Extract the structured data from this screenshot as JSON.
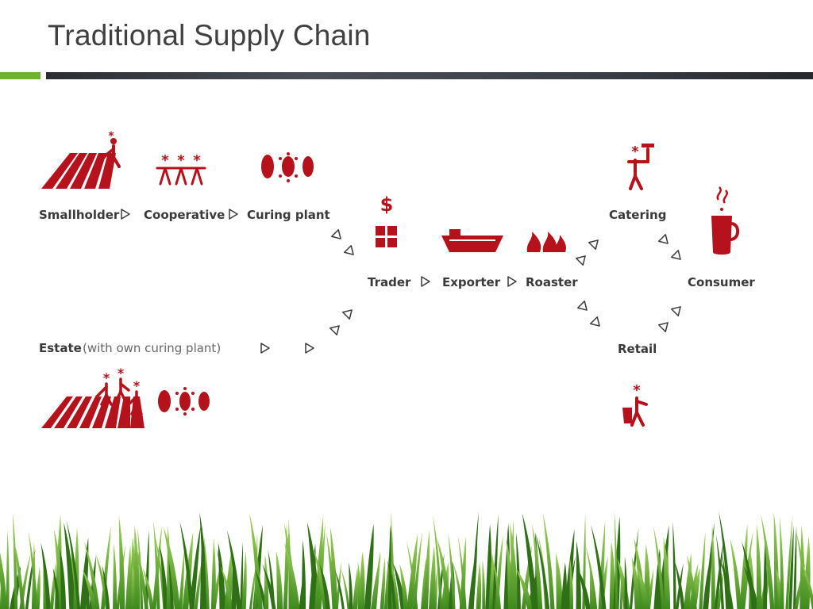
{
  "slide": {
    "title": "Traditional Supply Chain"
  },
  "diagram": {
    "nodes": {
      "smallholder": "Smallholder",
      "cooperative": "Cooperative",
      "curing_plant": "Curing plant",
      "trader": "Trader",
      "exporter": "Exporter",
      "roaster": "Roaster",
      "catering": "Catering",
      "consumer": "Consumer",
      "retail": "Retail",
      "estate": "Estate",
      "estate_note": "(with own curing plant)"
    },
    "trader_symbol": "$",
    "colors": {
      "accent": "#b5121b",
      "label": "#3a3a3a",
      "title_green": "#6bb32e",
      "grass": "#5ea82a"
    },
    "icons": [
      "field-icon",
      "farmer-icon",
      "cooperative-icon",
      "vanilla-beans-icon",
      "trader-icon",
      "ship-icon",
      "fire-icon",
      "waiter-icon",
      "coffee-cup-icon",
      "shopper-icon"
    ]
  }
}
